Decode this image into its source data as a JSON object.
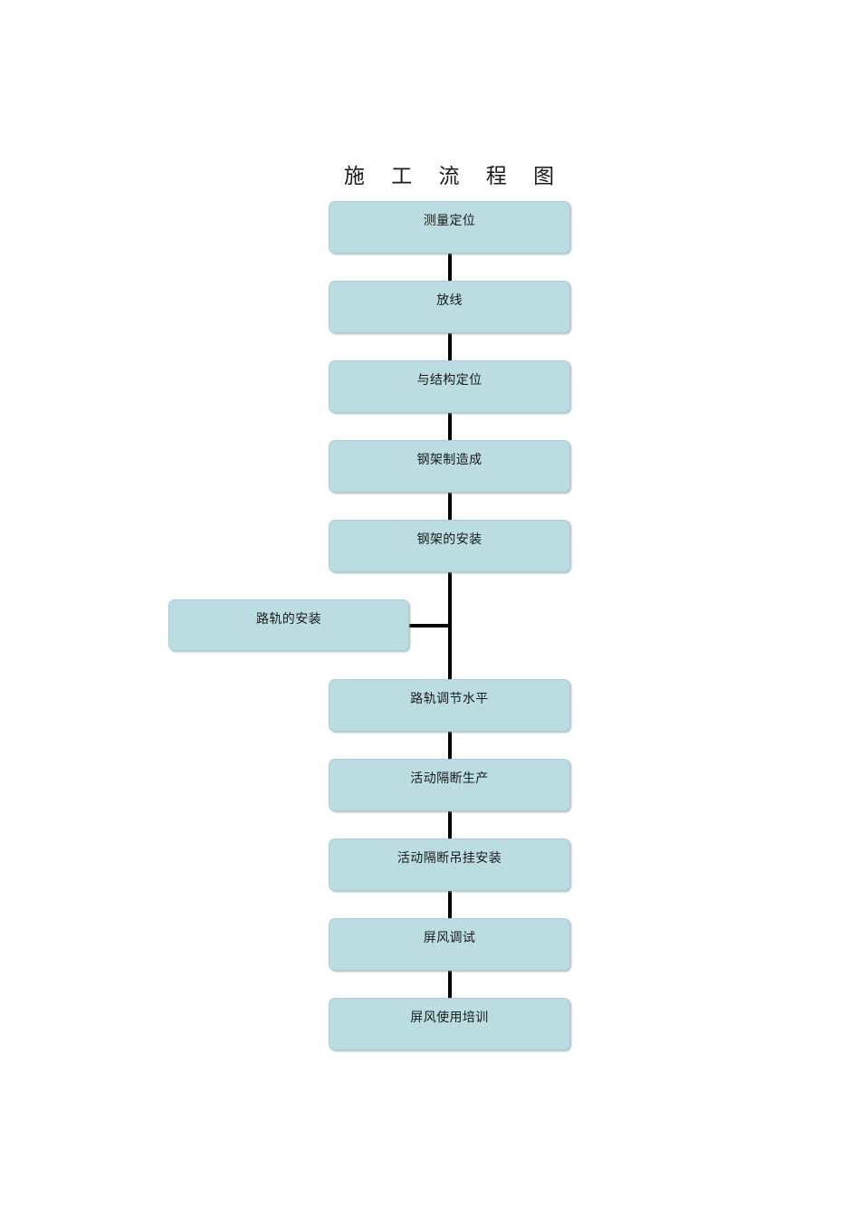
{
  "document": {
    "title": "施 工 流 程 图",
    "background_color": "#ffffff"
  },
  "theme": {
    "node_fill": "#bbdde2",
    "node_border": "#a9cdd3",
    "connector_color": "#000000",
    "text_color": "#1a1a1a"
  },
  "chart_data": {
    "type": "diagram",
    "diagram_kind": "flowchart",
    "title": "施 工 流 程 图",
    "orientation": "top-to-bottom",
    "nodes": [
      {
        "id": "n1",
        "label": "测量定位",
        "column": "main",
        "order": 1
      },
      {
        "id": "n2",
        "label": "放线",
        "column": "main",
        "order": 2
      },
      {
        "id": "n3",
        "label": "与结构定位",
        "column": "main",
        "order": 3
      },
      {
        "id": "n4",
        "label": "钢架制造成",
        "column": "main",
        "order": 4
      },
      {
        "id": "n5",
        "label": "钢架的安装",
        "column": "main",
        "order": 5
      },
      {
        "id": "n6",
        "label": "路轨的安装",
        "column": "branch",
        "order": 6
      },
      {
        "id": "n7",
        "label": "路轨调节水平",
        "column": "main",
        "order": 7
      },
      {
        "id": "n8",
        "label": "活动隔断生产",
        "column": "main",
        "order": 8
      },
      {
        "id": "n9",
        "label": "活动隔断吊挂安装",
        "column": "main",
        "order": 9
      },
      {
        "id": "n10",
        "label": "屏风调试",
        "column": "main",
        "order": 10
      },
      {
        "id": "n11",
        "label": "屏风使用培训",
        "column": "main",
        "order": 11
      }
    ],
    "edges": [
      {
        "from": "n1",
        "to": "n2",
        "kind": "vertical"
      },
      {
        "from": "n2",
        "to": "n3",
        "kind": "vertical"
      },
      {
        "from": "n3",
        "to": "n4",
        "kind": "vertical"
      },
      {
        "from": "n4",
        "to": "n5",
        "kind": "vertical"
      },
      {
        "from": "n5",
        "to": "n7",
        "kind": "vertical"
      },
      {
        "from": "n6",
        "to": "n7",
        "kind": "horizontal-merge"
      },
      {
        "from": "n7",
        "to": "n8",
        "kind": "vertical"
      },
      {
        "from": "n8",
        "to": "n9",
        "kind": "vertical"
      },
      {
        "from": "n9",
        "to": "n10",
        "kind": "vertical"
      },
      {
        "from": "n10",
        "to": "n11",
        "kind": "vertical"
      }
    ]
  }
}
